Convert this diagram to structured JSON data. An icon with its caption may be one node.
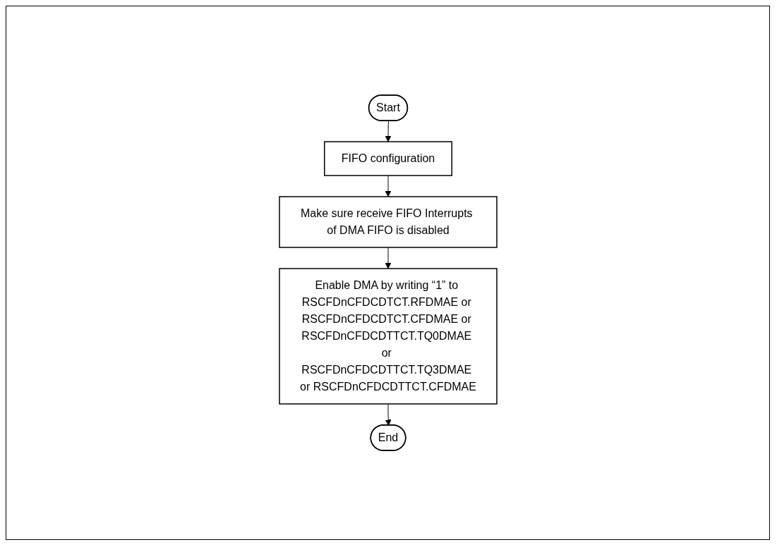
{
  "diagram": {
    "nodes": [
      {
        "text": [
          "Start"
        ]
      },
      {
        "text": [
          "FIFO configuration"
        ]
      },
      {
        "text": [
          "Make sure receive FIFO Interrupts of DMA FIFO is disabled"
        ]
      },
      {
        "text": [
          "Enable DMA by writing “1” to RSCFDnCFDCDTCT.RFDMAE or RSCFDnCFDCDTCT.CFDMAE or RSCFDnCFDCDTTCT.TQ0DMAE or RSCFDnCFDCDTTCT.TQ3DMAE or RSCFDnCFDCDTTCT.CFDMAE"
        ]
      },
      {
        "text": [
          "End"
        ]
      }
    ],
    "edges": [
      {
        "from": 0,
        "to": 1,
        "arrow": "to"
      },
      {
        "from": 1,
        "to": 2,
        "arrow": "to"
      },
      {
        "from": 2,
        "to": 3,
        "arrow": "to"
      },
      {
        "from": 3,
        "to": 4,
        "arrow": "to"
      }
    ]
  }
}
